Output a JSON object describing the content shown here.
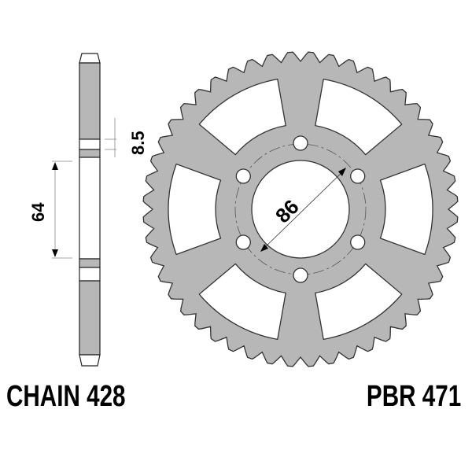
{
  "labels": {
    "chain": "CHAIN 428",
    "part_number": "PBR 471"
  },
  "dimensions": {
    "thickness": "8.5",
    "hub_width": "64",
    "bolt_circle_diameter": "86"
  },
  "sprocket": {
    "teeth": 48,
    "bolt_holes": 6,
    "cutouts": 6,
    "fill_color": "#b7b7b7",
    "outline_color": "#333333"
  }
}
